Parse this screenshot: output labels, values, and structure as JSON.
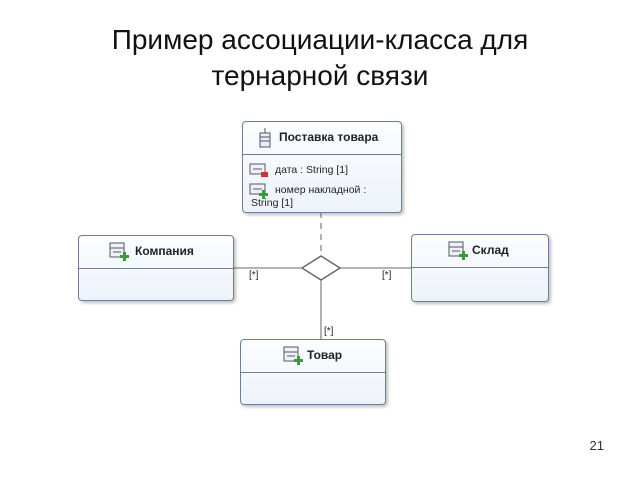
{
  "slide": {
    "title_line1": "Пример ассоциации-класса для",
    "title_line2": "тернарной связи",
    "page_number": "21"
  },
  "diagram": {
    "association_class": {
      "name": "Поставка товара",
      "attributes": [
        {
          "text": "дата : String [1]",
          "visibility": "private"
        },
        {
          "text_line1": "номер накладной :",
          "text_line2": "String [1]",
          "visibility": "public"
        }
      ]
    },
    "classes": {
      "left": {
        "name": "Компания"
      },
      "right": {
        "name": "Склад"
      },
      "bottom": {
        "name": "Товар"
      }
    },
    "multiplicities": {
      "left": "[*]",
      "right": "[*]",
      "bottom": "[*]"
    },
    "colors": {
      "border": "#6b7f99",
      "plus": "#3a9a3a",
      "minus": "#cc3333",
      "line": "#888888"
    }
  }
}
